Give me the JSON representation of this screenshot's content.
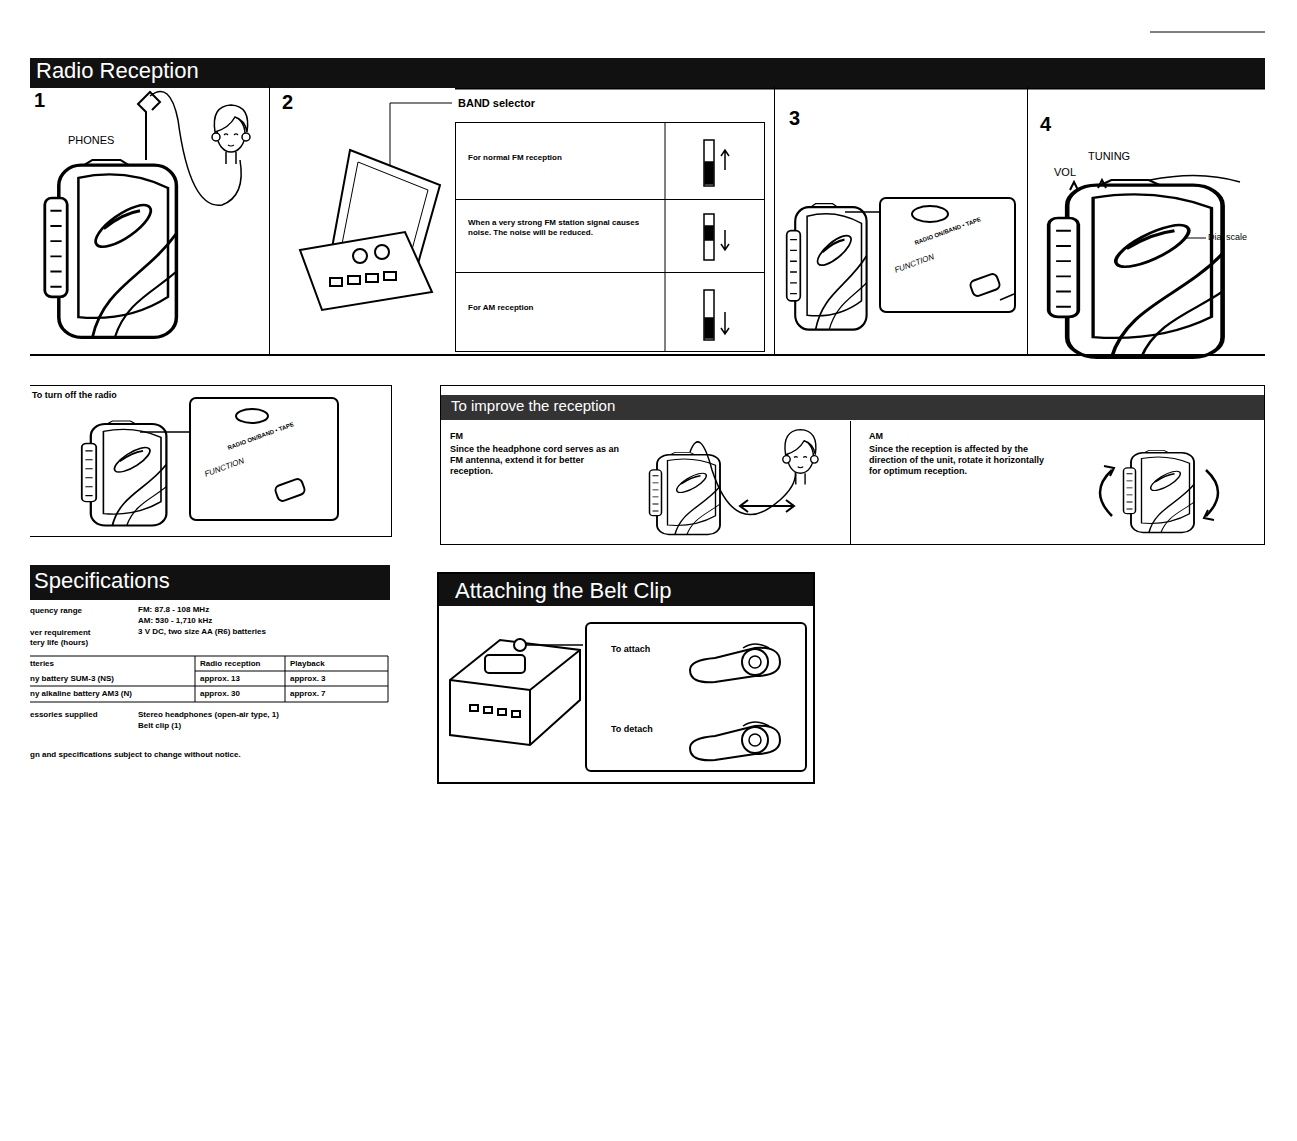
{
  "diagram": {
    "nodes": [
      {
        "text": [
          "Radio Reception"
        ]
      },
      {
        "text": [
          "1",
          "PHONES"
        ]
      },
      {
        "text": [
          "2",
          "BAND selector"
        ]
      },
      {
        "text": [
          "For normal FM reception"
        ],
        "in": 2
      },
      {
        "text": [
          "When a very strong FM station signal causes noise. The noise will be reduced."
        ],
        "in": 2
      },
      {
        "text": [
          "For AM reception"
        ],
        "in": 2
      },
      {
        "text": [
          "3"
        ]
      },
      {
        "text": [
          "4",
          "VOL",
          "TUNING",
          "Dial scale"
        ]
      },
      {
        "text": [
          "To turn off the radio"
        ]
      },
      {
        "text": [
          "To improve the reception"
        ]
      },
      {
        "text": [
          "FM",
          "Since the headphone cord serves as an FM antenna, extend it for better reception."
        ],
        "in": 9
      },
      {
        "text": [
          "AM",
          "Since the reception is affected by the direction of the unit, rotate it horizontally for optimum reception."
        ],
        "in": 9
      },
      {
        "text": [
          "Specifications"
        ]
      },
      {
        "text": [
          "Attaching the Belt Clip"
        ]
      },
      {
        "text": [
          "To attach",
          "To detach"
        ],
        "in": 13
      }
    ],
    "labels": [
      "FUNCTION",
      "RADIO ON/BAND • TAPE",
      "FUNCTION",
      "RADIO ON/BAND • TAPE",
      "quency range",
      "FM: 87.8 - 108 MHz",
      "AM: 530 - 1,710 kHz",
      "ver requirement",
      "3 V DC, two size AA (R6) batteries",
      "tery life (hours)",
      "tteries",
      "Radio reception",
      "Playback",
      "ny battery SUM-3 (NS)",
      "approx. 13",
      "approx. 3",
      "ny alkaline battery AM3 (N)",
      "approx. 30",
      "approx. 7",
      "essories supplied",
      "Stereo headphones (open-air type, 1)",
      "Belt clip (1)",
      "gn and specifications subject to change without notice."
    ]
  }
}
